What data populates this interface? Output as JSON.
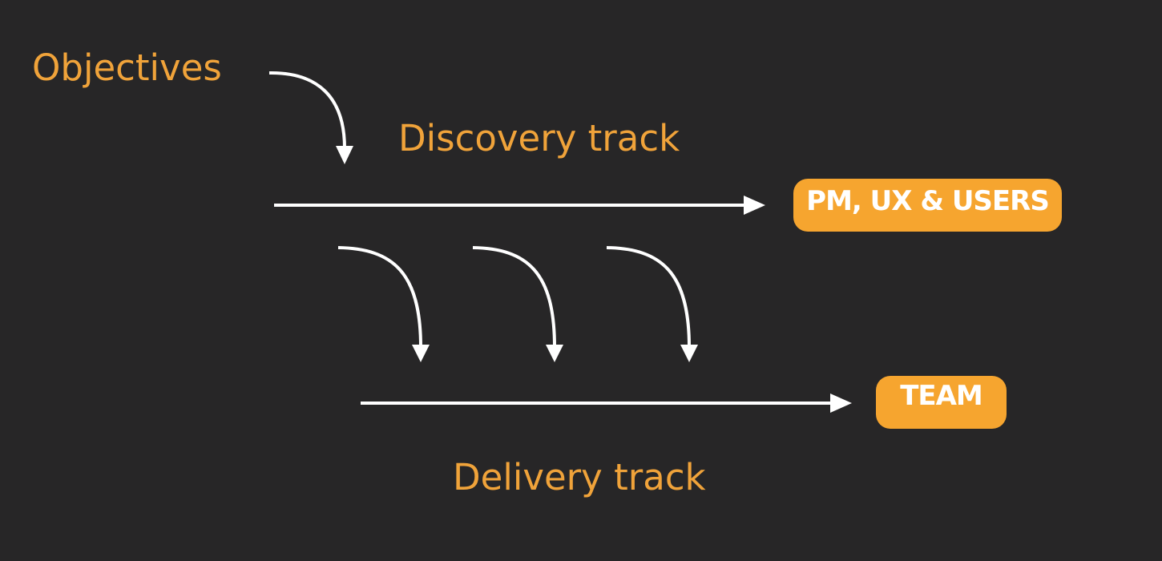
{
  "labels": {
    "objectives": "Objectives",
    "discovery_track": "Discovery track",
    "delivery_track": "Delivery track"
  },
  "badges": {
    "discovery_owner": "PM, UX & USERS",
    "delivery_owner": "TEAM"
  },
  "colors": {
    "background": "#272627",
    "accent_text": "#F0A33A",
    "badge_fill": "#F6A52F",
    "arrow": "#FFFFFF"
  }
}
